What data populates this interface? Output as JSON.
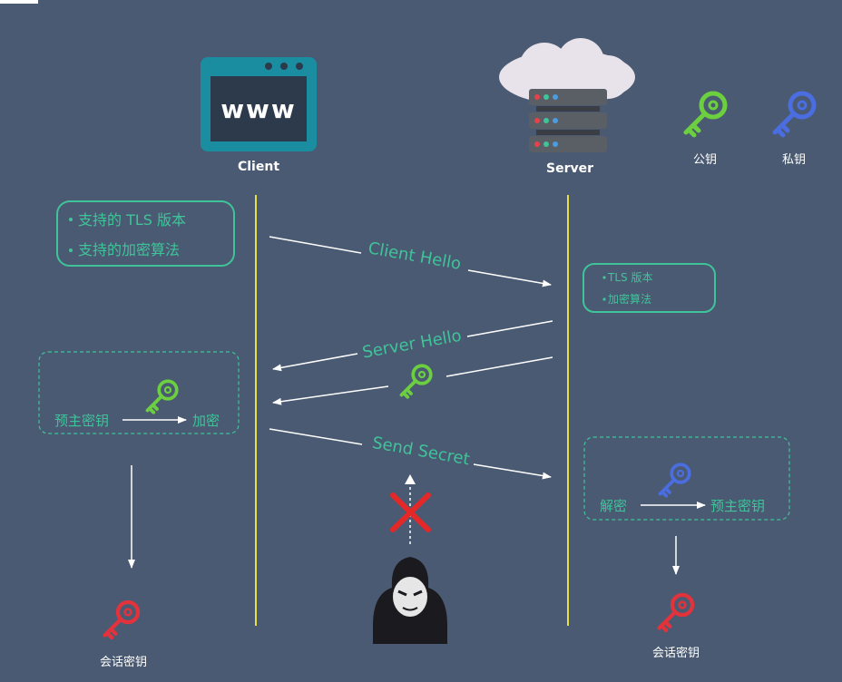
{
  "client": {
    "title": "Client",
    "screen_text": "www"
  },
  "server": {
    "title": "Server"
  },
  "legend": {
    "public_key": "公钥",
    "private_key": "私钥"
  },
  "client_box": {
    "item1": "支持的 TLS 版本",
    "item2": "支持的加密算法"
  },
  "server_box": {
    "item1": "TLS 版本",
    "item2": "加密算法"
  },
  "messages": {
    "client_hello": "Client Hello",
    "server_hello": "Server Hello",
    "send_secret": "Send Secret"
  },
  "client_encrypt": {
    "from": "预主密钥",
    "to": "加密"
  },
  "server_decrypt": {
    "from": "解密",
    "to": "预主密钥"
  },
  "client_session_key": "会话密钥",
  "server_session_key": "会话密钥",
  "colors": {
    "background": "#4a5a72",
    "accent_teal": "#3fc49a",
    "lifeline": "#e8e04a",
    "public_key": "#6bcf3f",
    "private_key": "#4a6de0",
    "session_key": "#e2333c",
    "blocked": "#e42828"
  }
}
